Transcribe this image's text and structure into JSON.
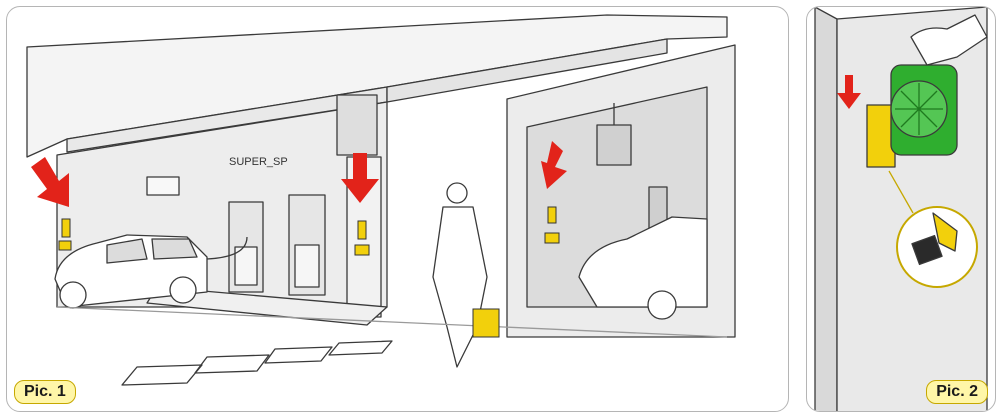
{
  "figure": {
    "pic1_label": "Pic. 1",
    "pic2_label": "Pic. 2",
    "station_sign": "SUPER_SP"
  },
  "colors": {
    "arrow": "#e2231a",
    "device_yellow": "#f2d00c",
    "canister_green": "#2fae2f",
    "label_fill": "#fff6a8",
    "panel_border": "#b5b5b5"
  },
  "icons": [
    "down-arrow-icon",
    "wall-bracket-icon",
    "battery-canister-icon"
  ]
}
